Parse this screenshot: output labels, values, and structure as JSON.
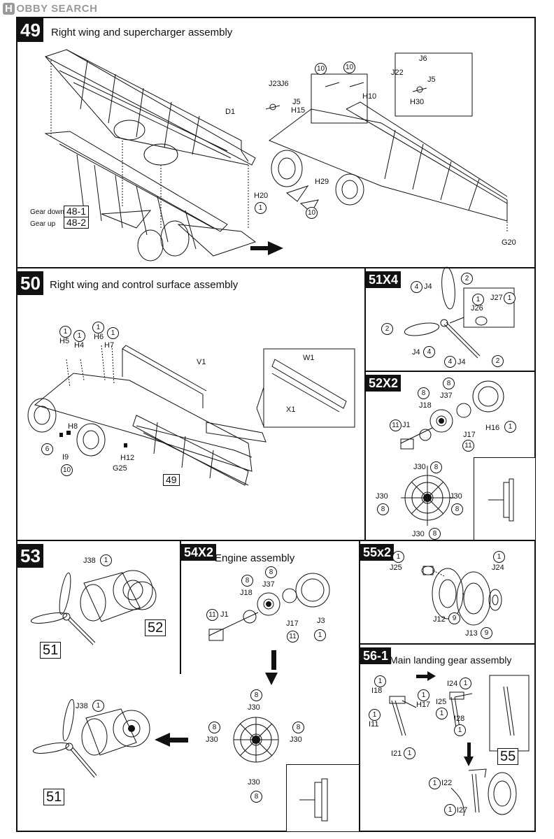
{
  "logo": {
    "badge": "H",
    "text": "OBBY SEARCH"
  },
  "step49": {
    "num": "49",
    "title": "Right wing and supercharger assembly",
    "labels": {
      "d1": "D1",
      "j23": "J23",
      "j6a": "J6",
      "j5a": "J5",
      "h15": "H15",
      "j6b": "J6",
      "j22": "J22",
      "j5b": "J5",
      "h30": "H30",
      "h10": "H10",
      "h29": "H29",
      "h20": "H20",
      "g20": "G20"
    },
    "qty": {
      "ten_a": "10",
      "ten_b": "10",
      "one_h20": "1",
      "ten_c": "10"
    },
    "gear_down": "Gear down",
    "gear_down_ref": "48-1",
    "gear_up": "Gear up",
    "gear_up_ref": "48-2"
  },
  "step50": {
    "num": "50",
    "title": "Right wing and control surface assembly",
    "labels": {
      "h5": "H5",
      "h4": "H4",
      "h6": "H6",
      "h7": "H7",
      "v1": "V1",
      "w1": "W1",
      "x1": "X1",
      "h8": "H8",
      "i9": "I9",
      "h12": "H12",
      "g25": "G25"
    },
    "qty": {
      "h5": "1",
      "h4": "1",
      "h6": "1",
      "h7": "1",
      "six": "6",
      "ten": "10"
    },
    "ref": "49"
  },
  "step51": {
    "num": "51X4",
    "labels": {
      "j4a": "J4",
      "j26": "J26",
      "j27": "J27",
      "j4b": "J4",
      "j4c": "J4"
    },
    "qty": {
      "four_a": "4",
      "two_a": "2",
      "one_j26": "1",
      "one_j27": "1",
      "two_b": "2",
      "four_b": "4",
      "four_c": "4",
      "two_c": "2"
    }
  },
  "step52": {
    "num": "52X2",
    "labels": {
      "j37": "J37",
      "j18": "J18",
      "j1": "J1",
      "j17": "J17",
      "h16": "H16",
      "j30t": "J30",
      "j30l": "J30",
      "j30r": "J30",
      "j30b": "J30"
    },
    "qty": {
      "eight_a": "8",
      "eight_b": "8",
      "eleven_a": "11",
      "eleven_b": "11",
      "one_h16": "1",
      "eight_t": "8",
      "eight_l": "8",
      "eight_r": "8",
      "eight_b2": "8"
    }
  },
  "step53": {
    "num": "53",
    "labels": {
      "j38": "J38"
    },
    "qty": {
      "one": "1"
    },
    "ref52": "52",
    "ref51": "51"
  },
  "step54": {
    "num": "54X2",
    "title": "Engine assembly",
    "labels": {
      "j37": "J37",
      "j18": "J18",
      "j1": "J1",
      "j17": "J17",
      "j3": "J3",
      "j30t": "J30",
      "j30l": "J30",
      "j30r": "J30",
      "j30b": "J30",
      "j38": "J38"
    },
    "qty": {
      "eight_a": "8",
      "eight_b": "8",
      "eleven_a": "11",
      "eleven_b": "11",
      "one_j3": "1",
      "eight_t": "8",
      "eight_l": "8",
      "eight_r": "8",
      "eight_b2": "8",
      "one_j38": "1"
    },
    "ref51": "51"
  },
  "step55": {
    "num": "55x2",
    "labels": {
      "j25": "J25",
      "j24": "J24",
      "j12": "J12",
      "j13": "J13"
    },
    "qty": {
      "one_j25": "1",
      "one_j24": "1",
      "nine_a": "9",
      "nine_b": "9"
    }
  },
  "step56": {
    "num": "56-1",
    "title": "Main landing gear assembly",
    "labels": {
      "i18": "I18",
      "h17": "H17",
      "i11": "I11",
      "i21": "I21",
      "i24": "I24",
      "i25": "I25",
      "i28": "I28",
      "i22": "I22",
      "i27": "I27"
    },
    "qty": {
      "one_i18": "1",
      "one_h17": "1",
      "one_i11": "1",
      "one_i21": "1",
      "one_i24": "1",
      "one_i25": "1",
      "one_i28": "1",
      "one_i22": "1",
      "one_i27": "1"
    },
    "ref55": "55"
  },
  "colors": {
    "ink": "#111111",
    "panel_bg": "#ffffff",
    "logo_gray": "#9a9a9a"
  }
}
